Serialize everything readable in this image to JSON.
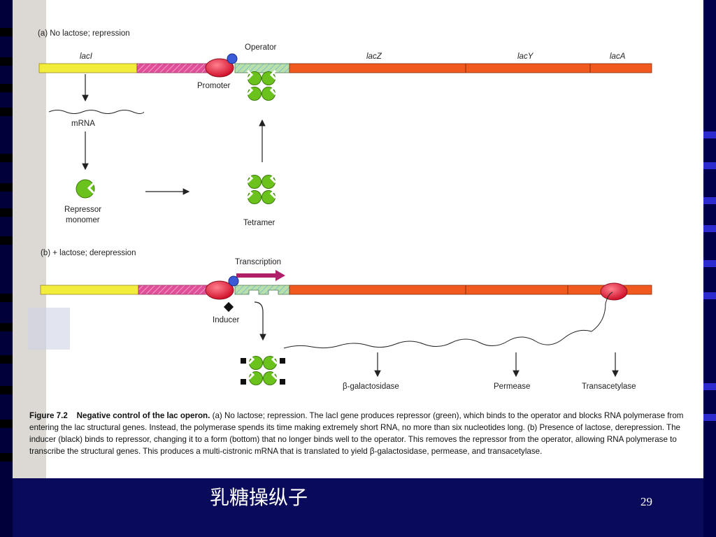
{
  "slide": {
    "title": "乳糖操纵子",
    "page_number": "29"
  },
  "figure": {
    "panel_a_heading": "(a) No lactose; repression",
    "panel_b_heading": "(b) + lactose; derepression",
    "genes": {
      "laci": "lacI",
      "lacz": "lacZ",
      "lacy": "lacY",
      "laca": "lacA"
    },
    "labels": {
      "operator": "Operator",
      "promoter": "Promoter",
      "mrna": "mRNA",
      "repressor_line1": "Repressor",
      "repressor_line2": "monomer",
      "tetramer": "Tetramer",
      "transcription": "Transcription",
      "inducer": "Inducer",
      "product_1": "β-galactosidase",
      "product_2": "Permease",
      "product_3": "Transacetylase"
    },
    "caption": {
      "figure_label": "Figure 7.2",
      "figure_title": "Negative control of the lac operon.",
      "text": "(a) No lactose; repression. The lacI gene produces repressor (green), which binds to the operator and blocks RNA polymerase from entering the lac structural genes. Instead, the polymerase spends its time making extremely short RNA, no more than six nucleotides long. (b) Presence of lactose, derepression. The inducer (black) binds to repressor, changing it to a form (bottom) that no longer binds well to the operator. This removes the repressor from the operator, allowing RNA polymerase to transcribe the structural genes. This produces a multi-cistronic mRNA that is translated to yield β-galactosidase, permease, and transacetylase."
    },
    "colors": {
      "laci_gene": "#f2ec3a",
      "promoter_region": "#e0509a",
      "operator_region": "#b8e0a8",
      "structural_genes": "#f05a1e",
      "rna_polymerase": "#e0203a",
      "repressor": "#6cc21c",
      "transcription_arrow": "#b0206a"
    },
    "icons": [
      "repressor-tetramer-icon",
      "repressor-monomer-icon",
      "rna-polymerase-icon",
      "inducer-diamond-icon"
    ]
  }
}
